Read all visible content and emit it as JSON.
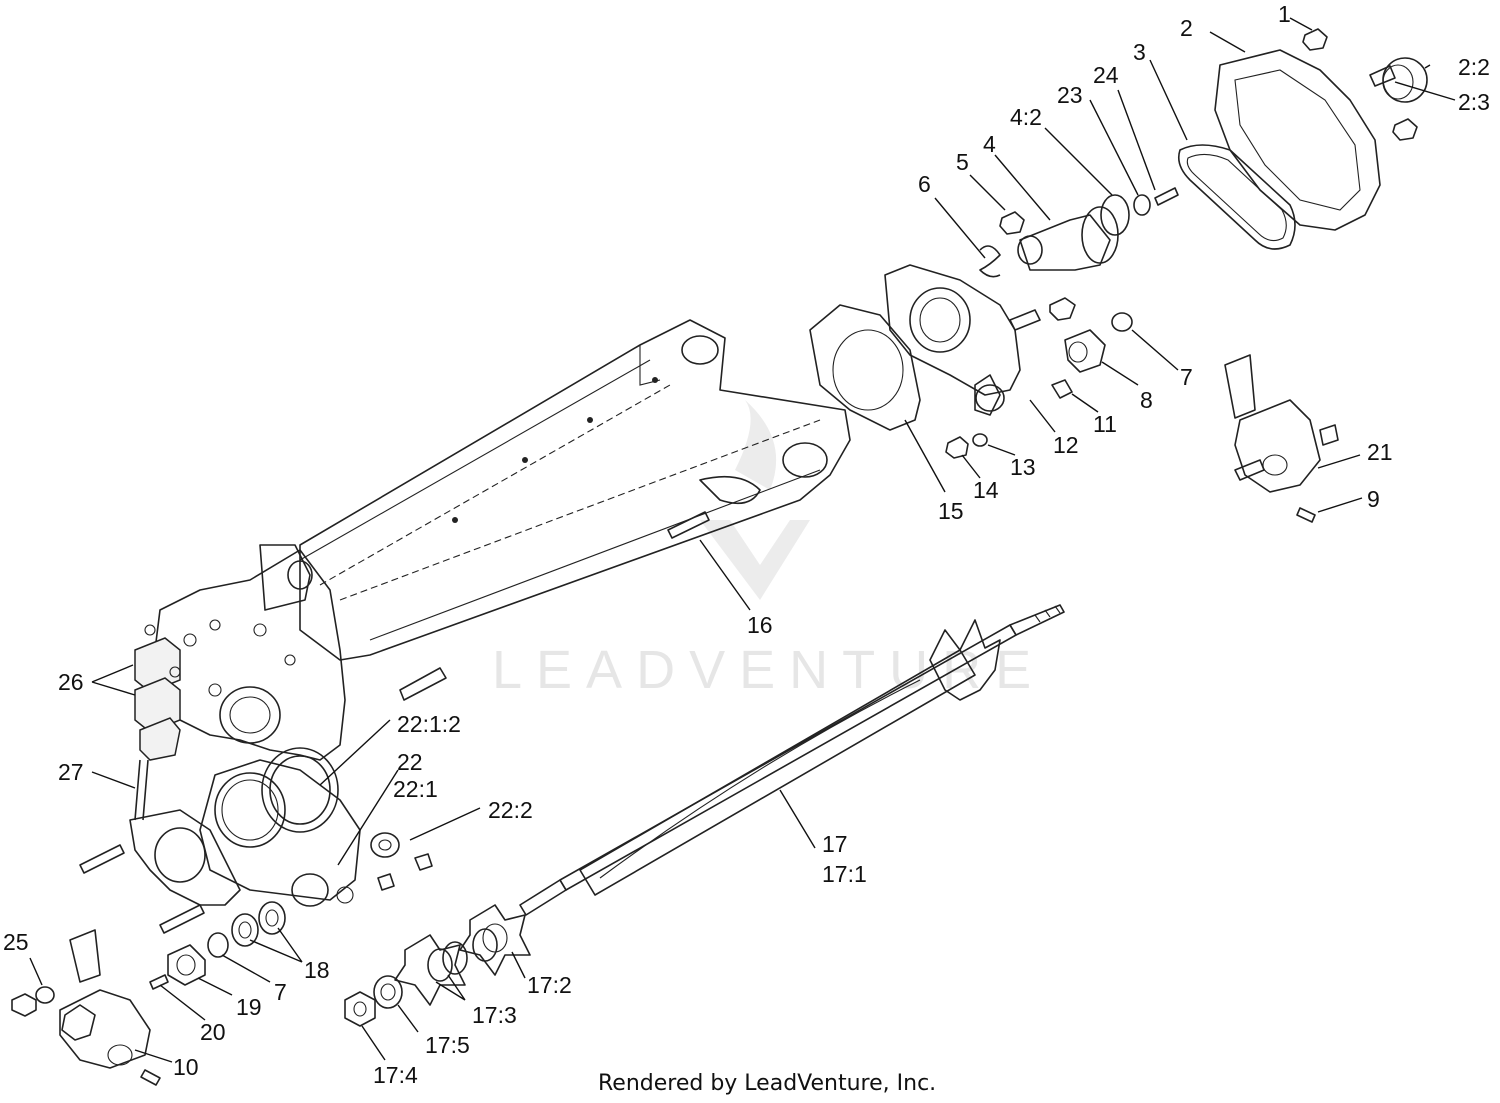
{
  "watermark": {
    "text": "LEADVENTURE"
  },
  "footer": {
    "credit": "Rendered by LeadVenture, Inc."
  },
  "labels": {
    "l1": "1",
    "l2": "2",
    "l2_2": "2:2",
    "l2_3": "2:3",
    "l3": "3",
    "l24": "24",
    "l23": "23",
    "l4_2": "4:2",
    "l4": "4",
    "l5": "5",
    "l6": "6",
    "l7a": "7",
    "l8": "8",
    "l11": "11",
    "l12": "12",
    "l13": "13",
    "l14": "14",
    "l15": "15",
    "l16": "16",
    "l21": "21",
    "l9": "9",
    "l26": "26",
    "l22_1_2": "22:1:2",
    "l22": "22",
    "l22_1": "22:1",
    "l22_2": "22:2",
    "l27": "27",
    "l17": "17",
    "l17_1": "17:1",
    "l17_2": "17:2",
    "l17_3": "17:3",
    "l17_5": "17:5",
    "l17_4": "17:4",
    "l18": "18",
    "l7b": "7",
    "l19": "19",
    "l20": "20",
    "l25": "25",
    "l10": "10"
  }
}
